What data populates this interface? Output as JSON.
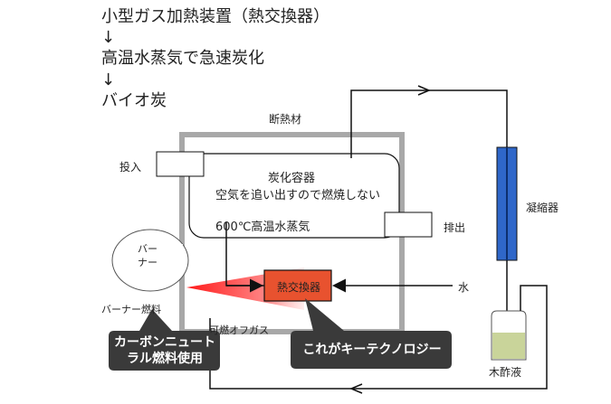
{
  "flow_steps": [
    "小型ガス加熱装置（熱交換器）",
    "高温水蒸気で急速炭化",
    "バイオ炭"
  ],
  "flow_arrow": "↓",
  "labels": {
    "insulation": "断熱材",
    "input": "投入",
    "output": "排出",
    "condenser": "凝縮器",
    "water": "水",
    "wood_vinegar": "木酢液",
    "burner": "バーナー",
    "burner_fuel": "バーナー燃料",
    "combustible_offgas": "可燃オフガス",
    "heat_exchanger": "熱交換器",
    "carbonization_vessel": "炭化容器",
    "vessel_note": "空気を追い出すので燃焼しない",
    "steam": "600℃高温水蒸気"
  },
  "callouts": {
    "carbon_neutral": "カーボンニュートラル燃料使用",
    "key_technology": "これがキーテクノロジー"
  },
  "colors": {
    "insulation": "#a8a8a8",
    "heat_exchanger": "#e8522f",
    "flame": "#ff2a2a",
    "condenser": "#2f67c9",
    "callout_bg": "#3a3a3a",
    "vinegar": "#c9d49a"
  }
}
